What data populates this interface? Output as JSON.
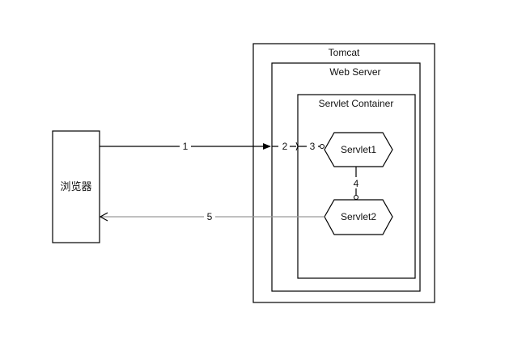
{
  "diagram": {
    "browser_label": "浏览器",
    "tomcat_label": "Tomcat",
    "web_server_label": "Web Server",
    "servlet_container_label": "Servlet Container",
    "servlet1_label": "Servlet1",
    "servlet2_label": "Servlet2",
    "steps": [
      "1",
      "2",
      "3",
      "4",
      "5"
    ]
  },
  "colors": {
    "line": "#000000",
    "return_line": "#9a9a9a",
    "box_fill": "#ffffff"
  }
}
